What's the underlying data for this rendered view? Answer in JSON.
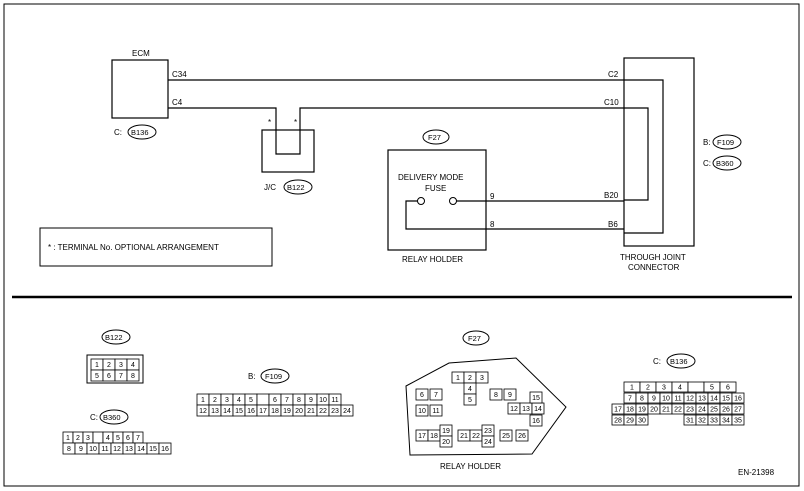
{
  "ecm": {
    "title": "ECM",
    "pin_c34": "C34",
    "pin_c4": "C4",
    "conn_prefix": "C:",
    "conn_id": "B136"
  },
  "joint": {
    "star_left": "*",
    "star_right": "*",
    "prefix": "J/C",
    "conn_id": "B122"
  },
  "note": {
    "text": "* : TERMINAL No. OPTIONAL ARRANGEMENT"
  },
  "relay": {
    "conn_id": "F27",
    "fuse_line1": "DELIVERY MODE",
    "fuse_line2": "FUSE",
    "pin_9": "9",
    "pin_8": "8",
    "caption": "RELAY HOLDER"
  },
  "through": {
    "pin_c2": "C2",
    "pin_c10": "C10",
    "pin_b20": "B20",
    "pin_b6": "B6",
    "label_b": "B:",
    "conn_b": "F109",
    "label_c": "C:",
    "conn_c": "B360",
    "caption_line1": "THROUGH JOINT",
    "caption_line2": "CONNECTOR"
  },
  "views": {
    "b122": {
      "id": "B122",
      "row1": [
        "1",
        "2",
        "3",
        "4"
      ],
      "row2": [
        "5",
        "6",
        "7",
        "8"
      ]
    },
    "b360": {
      "prefix": "C:",
      "id": "B360",
      "row1": [
        "1",
        "2",
        "3",
        "",
        "4",
        "5",
        "6",
        "7"
      ],
      "row2": [
        "8",
        "9",
        "10",
        "11",
        "12",
        "13",
        "14",
        "15",
        "16"
      ]
    },
    "f109": {
      "prefix": "B:",
      "id": "F109",
      "row1": [
        "1",
        "2",
        "3",
        "4",
        "5",
        "",
        "6",
        "7",
        "8",
        "9",
        "10",
        "11"
      ],
      "row2": [
        "12",
        "13",
        "14",
        "15",
        "16",
        "17",
        "18",
        "19",
        "20",
        "21",
        "22",
        "23",
        "24"
      ]
    },
    "f27": {
      "id": "F27",
      "caption": "RELAY HOLDER",
      "cells": [
        "1",
        "2",
        "3",
        "4",
        "5",
        "6",
        "7",
        "8",
        "9",
        "10",
        "11",
        "12",
        "13",
        "14",
        "15",
        "16",
        "17",
        "18",
        "19",
        "20",
        "21",
        "22",
        "23",
        "24",
        "25",
        "26"
      ]
    },
    "b136": {
      "prefix": "C:",
      "id": "B136",
      "row1": [
        "1",
        "2",
        "3",
        "4",
        "",
        "5",
        "6"
      ],
      "row2": [
        "17",
        "18",
        "19",
        "20",
        "21",
        "22",
        "23",
        "24",
        "25",
        "26",
        "27"
      ],
      "row3a": [
        "28",
        "29",
        "30"
      ],
      "row3b": [
        "31",
        "32",
        "33",
        "34",
        "35"
      ],
      "row2mid": [
        "7",
        "8",
        "9",
        "10",
        "11",
        "12",
        "13",
        "14",
        "15",
        "16"
      ]
    }
  },
  "footer": {
    "code": "EN-21398"
  }
}
